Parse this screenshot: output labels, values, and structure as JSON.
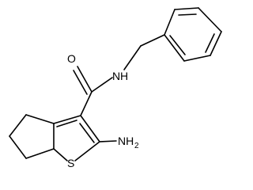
{
  "molecule": {
    "atom_labels": {
      "oxygen": "O",
      "amide_nitrogen": "N",
      "amide_hydrogen": "H",
      "sulfur": "S",
      "amino": "NH",
      "amino_subscript": "2"
    }
  }
}
